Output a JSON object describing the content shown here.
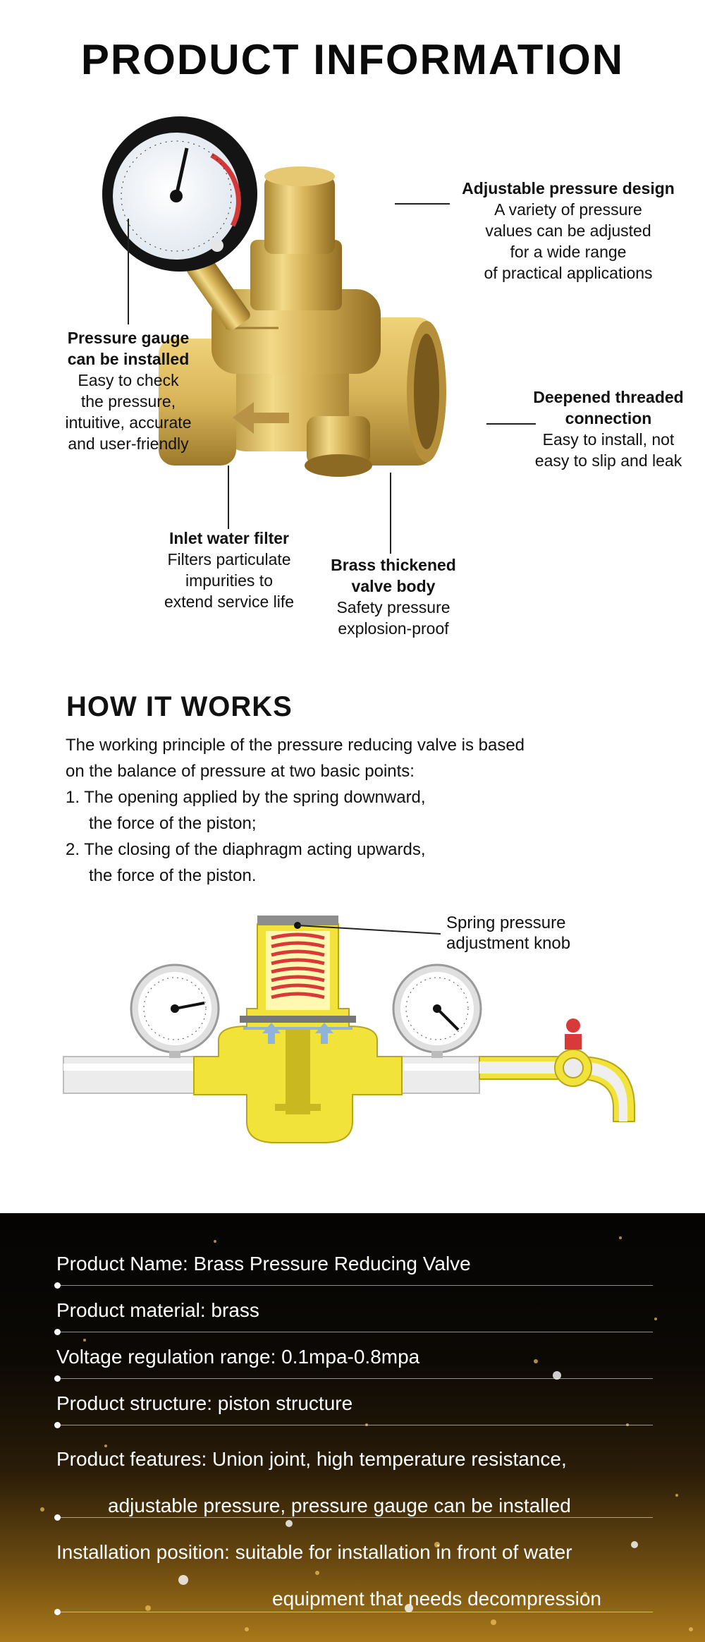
{
  "title": "PRODUCT INFORMATION",
  "callouts": {
    "adjustable": {
      "title": "Adjustable pressure design",
      "body": [
        "A variety of pressure",
        "values can be adjusted",
        "for a wide range",
        "of practical applications"
      ]
    },
    "gauge": {
      "title": [
        "Pressure gauge",
        "can be installed"
      ],
      "body": [
        "Easy to check",
        "the pressure,",
        "intuitive, accurate",
        "and user-friendly"
      ]
    },
    "threaded": {
      "title": [
        "Deepened threaded",
        "connection"
      ],
      "body": [
        "Easy to install, not",
        "easy to slip and leak"
      ]
    },
    "filter": {
      "title": "Inlet water filter",
      "body": [
        "Filters particulate",
        "impurities to",
        "extend service life"
      ]
    },
    "body": {
      "title": [
        "Brass thickened",
        "valve body"
      ],
      "body": [
        "Safety pressure",
        "explosion-proof"
      ]
    }
  },
  "how": {
    "title": "HOW IT WORKS",
    "lines": [
      "The working principle of the pressure reducing valve is based",
      "on the balance of pressure at two basic points:",
      "1. The opening applied by the spring downward,",
      "the force of the piston;",
      "2. The closing of the diaphragm acting upwards,",
      "the force of the piston."
    ],
    "diagram_label": [
      "Spring pressure",
      "adjustment knob"
    ]
  },
  "specs": [
    {
      "lines": [
        "Product Name: Brass Pressure Reducing Valve"
      ]
    },
    {
      "lines": [
        "Product material: brass"
      ]
    },
    {
      "lines": [
        "Voltage regulation range: 0.1mpa-0.8mpa"
      ]
    },
    {
      "lines": [
        "Product structure: piston structure"
      ]
    },
    {
      "lines": [
        "Product features: Union joint, high temperature resistance,",
        "adjustable pressure, pressure gauge can be installed"
      ]
    },
    {
      "lines": [
        "Installation position: suitable for installation in front of water",
        "equipment that needs decompression"
      ]
    }
  ],
  "colors": {
    "brass": "#d6b55a",
    "spring": "#d83a3a",
    "diagram_yellow": "#f2e33a",
    "pipe": "#e9e9e9"
  }
}
